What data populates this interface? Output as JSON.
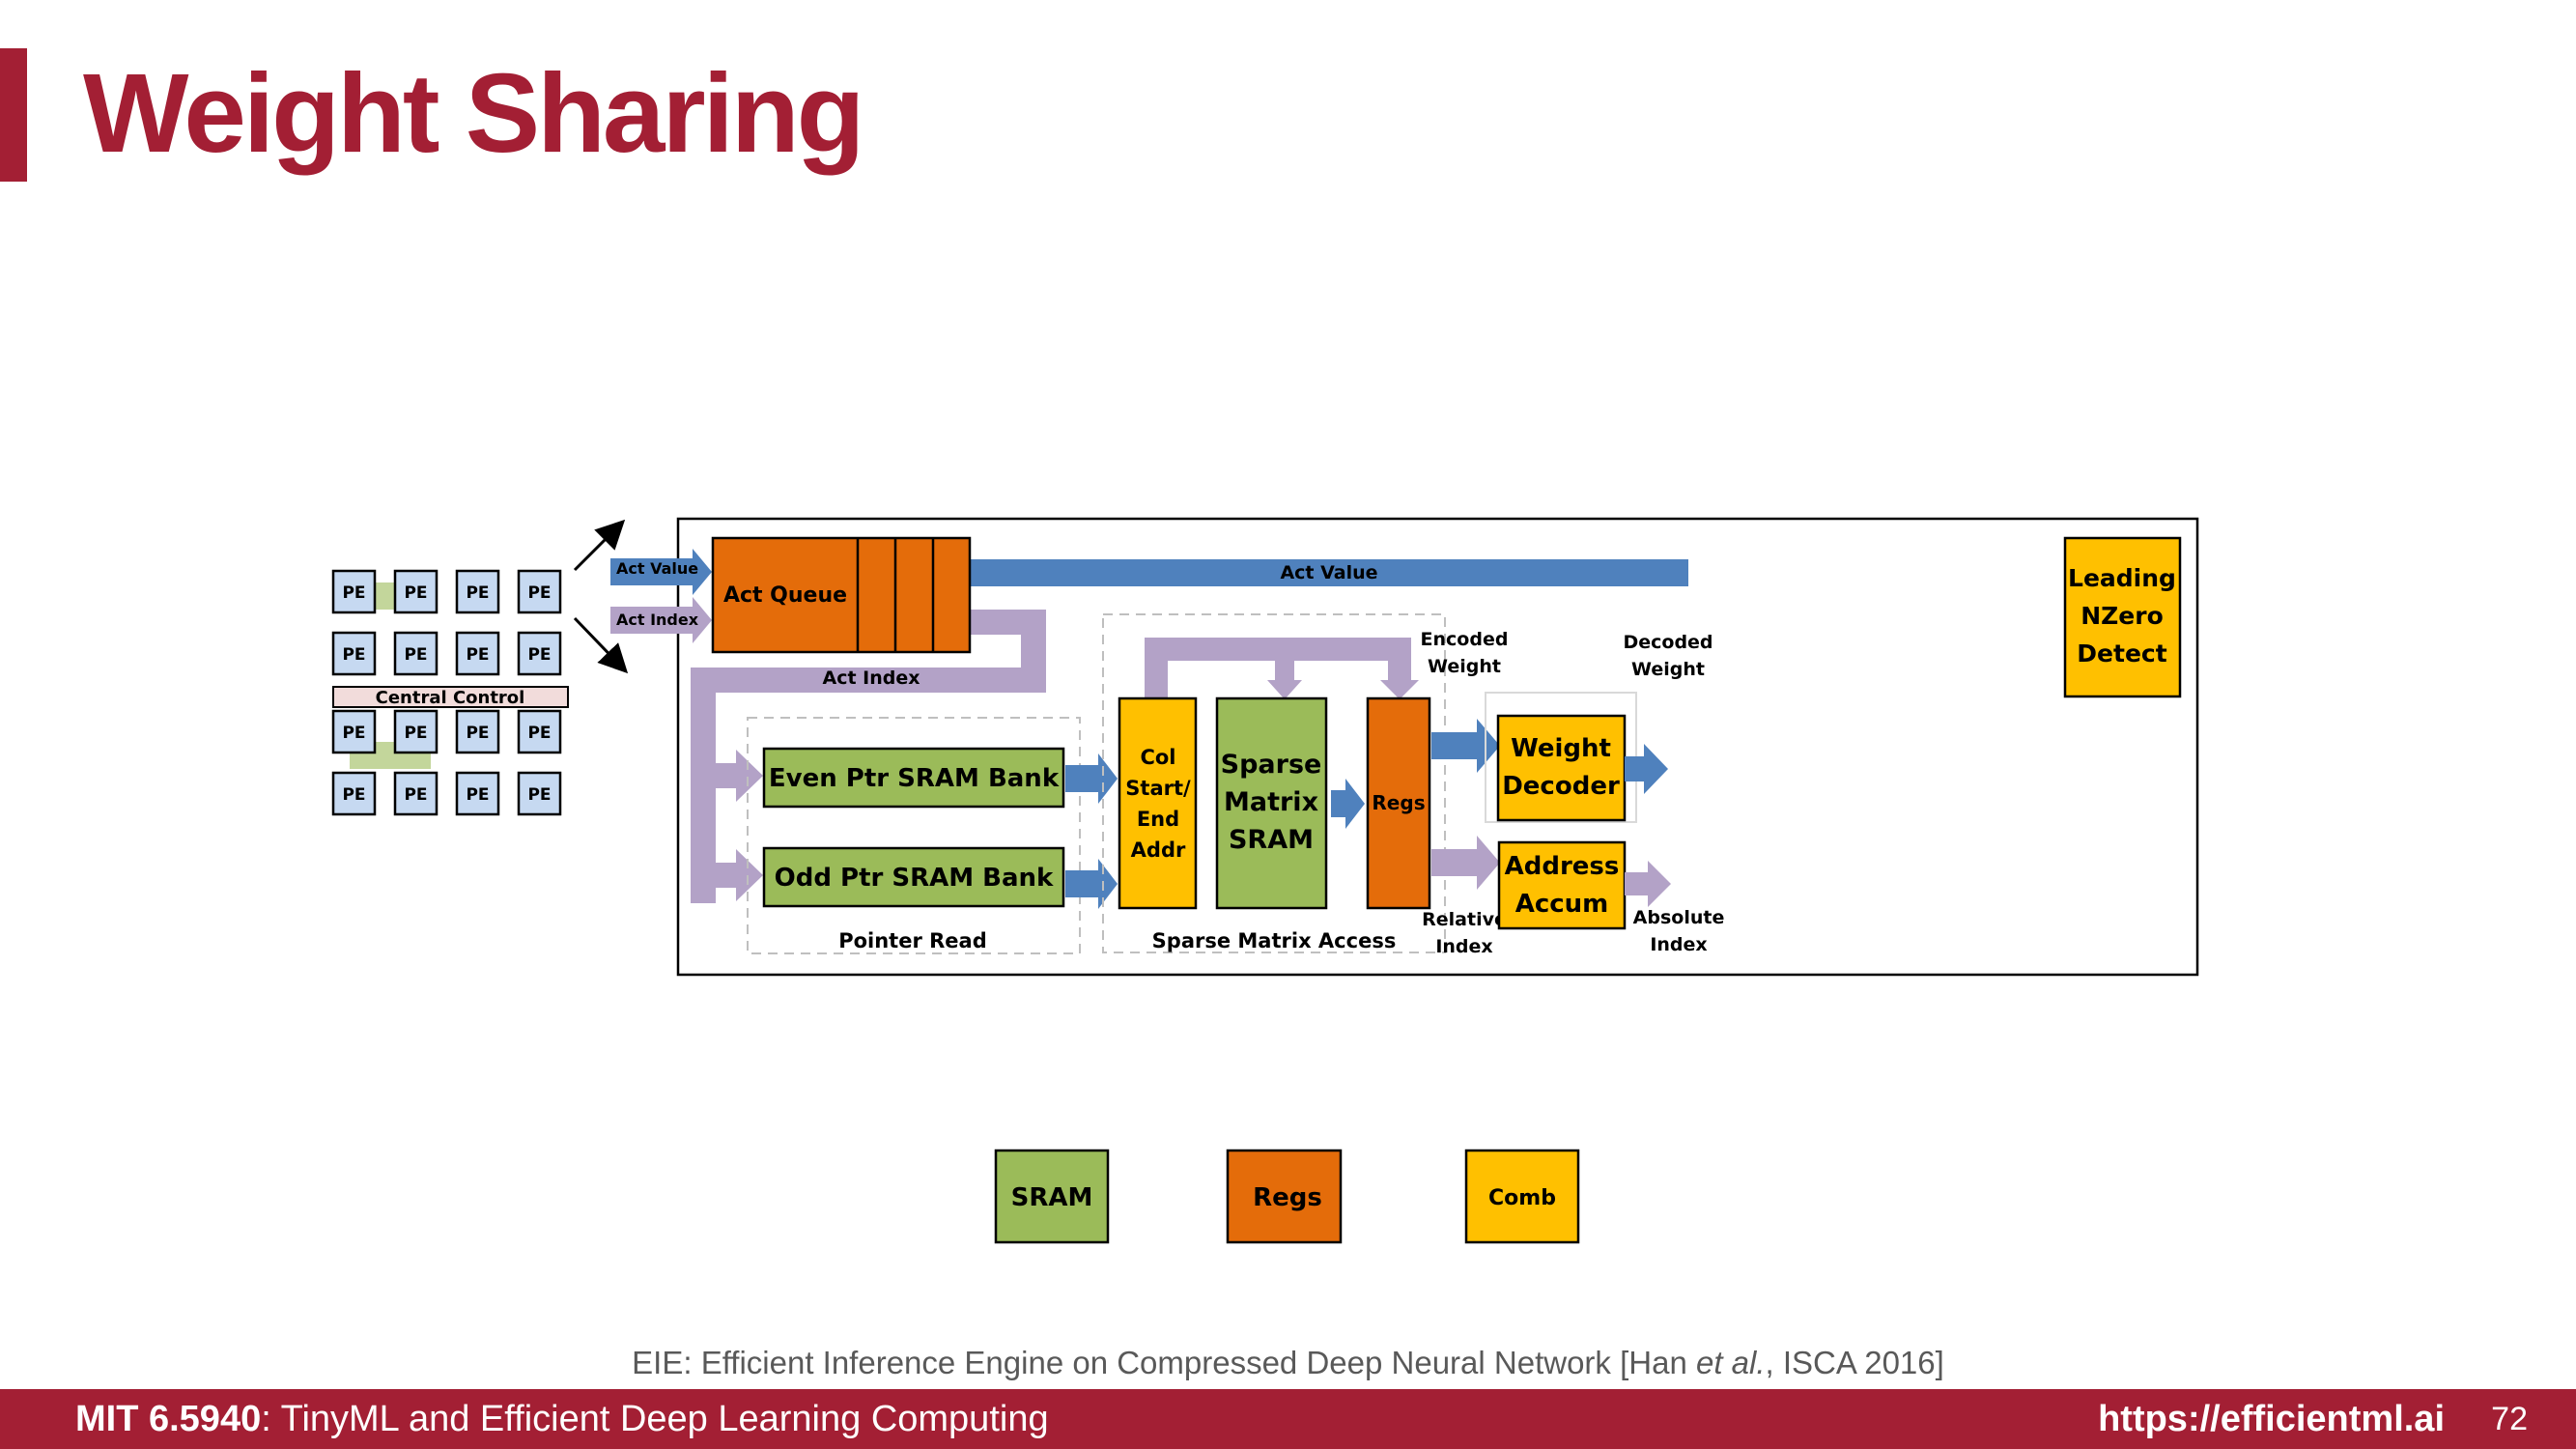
{
  "slide": {
    "title": "Weight Sharing",
    "caption_prefix": "EIE: Efficient Inference Engine on Compressed Deep Neural Network [Han ",
    "caption_italic": "et al.",
    "caption_suffix": ", ISCA 2016]",
    "footer_course": "MIT 6.5940",
    "footer_course_rest": ": TinyML and Efficient Deep Learning Computing",
    "footer_url": "https://efficientml.ai",
    "page_number": "72"
  },
  "diagram": {
    "pe_label": "PE",
    "central_control": "Central Control",
    "act_value_in": "Act Value",
    "act_index_in": "Act Index",
    "act_queue": "Act Queue",
    "act_value_bus": "Act Value",
    "act_index_bus": "Act Index",
    "even_ptr": "Even Ptr SRAM Bank",
    "odd_ptr": "Odd Ptr SRAM Bank",
    "pointer_read": "Pointer Read",
    "col_addr_lines": [
      "Col",
      "Start/",
      "End",
      "Addr"
    ],
    "sparse_sram_lines": [
      "Sparse",
      "Matrix",
      "SRAM"
    ],
    "regs_small": "Regs",
    "sparse_matrix_access": "Sparse Matrix Access",
    "encoded_weight_lines": [
      "Encoded",
      "Weight"
    ],
    "decoded_weight_lines": [
      "Decoded",
      "Weight"
    ],
    "weight_decoder_lines": [
      "Weight",
      "Decoder"
    ],
    "address_accum_lines": [
      "Address",
      "Accum"
    ],
    "relative_index_lines": [
      "Relative",
      "Index"
    ],
    "absolute_index_lines": [
      "Absolute",
      "Index"
    ],
    "leading_nzero_lines": [
      "Leading",
      "NZero",
      "Detect"
    ],
    "colors": {
      "sram": "#9bbb59",
      "regs": "#e46c0a",
      "comb": "#ffc000",
      "blue_arrow": "#4f81bd",
      "purple_arrow": "#b3a2c7",
      "pe_fill": "#c6d9f1"
    }
  },
  "legend": {
    "sram": "SRAM",
    "regs": "Regs",
    "comb": "Comb"
  }
}
